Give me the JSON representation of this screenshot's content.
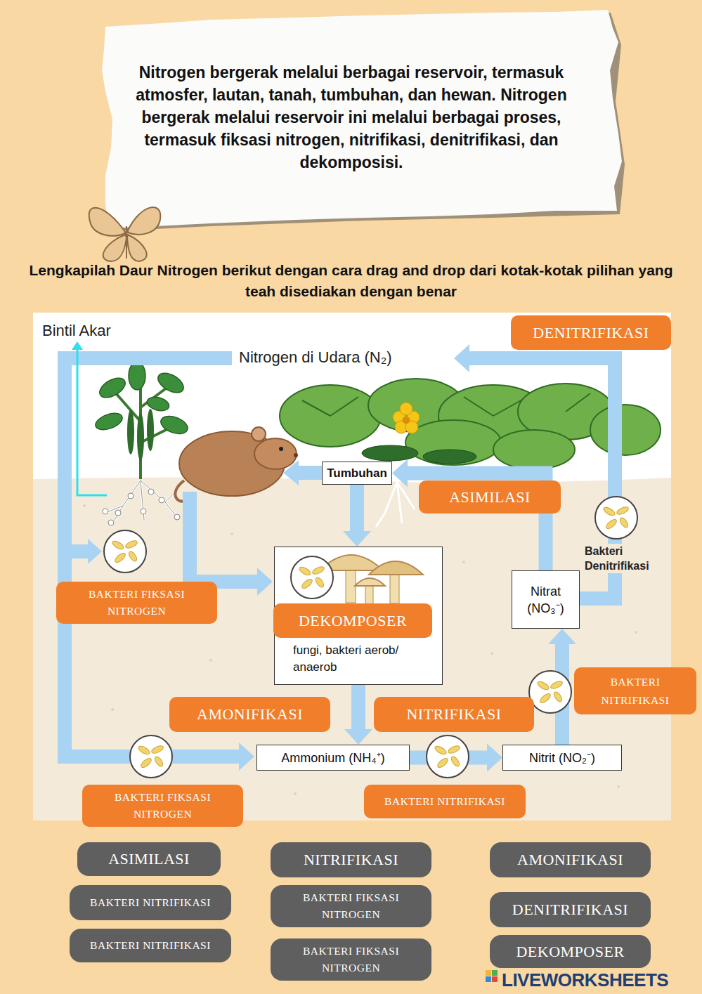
{
  "diagram": {
    "title": "Lengkapilah Daur Nitrogen berikut dengan cara drag and drop dari kotak-kotak pilihan yang teah disediakan dengan benar",
    "nodes": [
      {
        "text": [
          "Nitrogen bergerak melalui berbagai reservoir, termasuk atmosfer, lautan, tanah, tumbuhan, dan hewan. Nitrogen bergerak melalui reservoir ini melalui berbagai proses, termasuk fiksasi nitrogen, nitrifikasi, denitrifikasi, dan dekomposisi."
        ]
      },
      {
        "text": [
          "DENITRIFIKASI"
        ]
      },
      {
        "text": [
          "Tumbuhan"
        ]
      },
      {
        "text": [
          "ASIMILASI"
        ]
      },
      {
        "text": [
          "fungi, bakteri aerob/ anaerob"
        ]
      },
      {
        "text": [
          "BAKTERI FIKSASI NITROGEN"
        ]
      },
      {
        "text": [
          "DEKOMPOSER"
        ]
      },
      {
        "text": [
          "Nitrat (NO₃⁻)"
        ]
      },
      {
        "text": [
          "BAKTERI NITRIFIKASI"
        ]
      },
      {
        "text": [
          "AMONIFIKASI"
        ]
      },
      {
        "text": [
          "NITRIFIKASI"
        ]
      },
      {
        "text": [
          "Ammonium (NH₄⁺)"
        ]
      },
      {
        "text": [
          "Nitrit (NO₂⁻)"
        ]
      },
      {
        "text": [
          "BAKTERI FIKSASI NITROGEN"
        ]
      },
      {
        "text": [
          "BAKTERI NITRIFIKASI"
        ]
      },
      {
        "text": [
          "ASIMILASI"
        ]
      },
      {
        "text": [
          "NITRIFIKASI"
        ]
      },
      {
        "text": [
          "AMONIFIKASI"
        ]
      },
      {
        "text": [
          "BAKTERI NITRIFIKASI"
        ]
      },
      {
        "text": [
          "BAKTERI FIKSASI NITROGEN"
        ]
      },
      {
        "text": [
          "DENITRIFIKASI"
        ]
      },
      {
        "text": [
          "BAKTERI NITRIFIKASI"
        ]
      },
      {
        "text": [
          "BAKTERI FIKSASI NITROGEN"
        ]
      },
      {
        "text": [
          "DEKOMPOSER"
        ]
      }
    ],
    "edges": [
      {
        "from": 7,
        "to": 2,
        "arrow": "to"
      },
      {
        "from": 2,
        "to": 4,
        "arrow": "to"
      },
      {
        "from": 4,
        "to": 11,
        "arrow": "to"
      },
      {
        "from": 11,
        "to": 12,
        "arrow": "to"
      },
      {
        "from": 12,
        "to": 7,
        "arrow": "to"
      }
    ],
    "labels": [
      "Bintil Akar",
      "Nitrogen di Udara (N₂)",
      "Bakteri Denitrifikasi",
      "LIVEWORKSHEETS"
    ]
  }
}
